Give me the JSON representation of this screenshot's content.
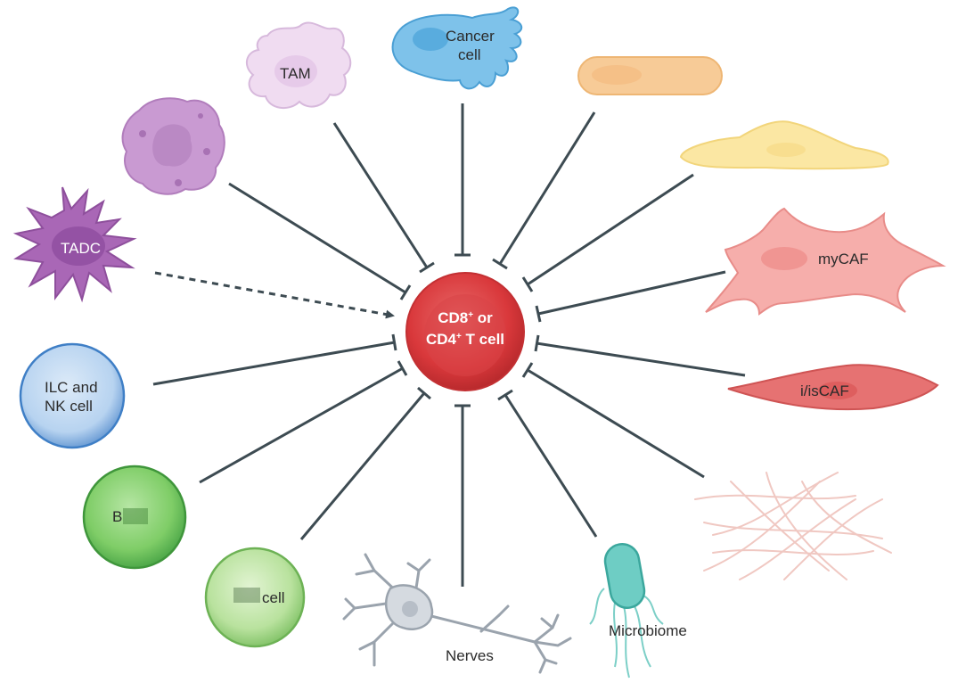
{
  "center": {
    "line1": "CD8",
    "line1_sup": "+",
    "line1_suffix": " or",
    "line2": "CD4",
    "line2_sup": "+",
    "line2_suffix": " T cell"
  },
  "labels": {
    "cancer_line1": "Cancer",
    "cancer_line2": "cell",
    "tam": "TAM",
    "tadc": "TADC",
    "ilc_line1": "ILC and",
    "ilc_line2": "NK cell",
    "b_cell": "B",
    "t_cell": "cell",
    "nerves": "Nerves",
    "microbiome": "Microbiome",
    "mycaf": "myCAF",
    "iiscaf": "i/isCAF"
  },
  "colors": {
    "center": "#d9383b",
    "connector": "#3d4b52",
    "cancer": "#6cb8e4",
    "tam": "#ecd6ee",
    "neutrophil": "#c693cf",
    "tadc": "#a768b5",
    "ilc": "#7aaee2",
    "b_cell": "#6cc15a",
    "t_cell": "#a7d98c",
    "nerve": "#c9cfd6",
    "microbe": "#6ecdc4",
    "orange_cell": "#f6c995",
    "yellow_cell": "#fbe9a8",
    "mycaf": "#f6aaa8",
    "iiscaf": "#e56f6f",
    "ecm": "#f2d2ce"
  },
  "connections": [
    {
      "source": "cancer-cell",
      "type": "inhibit"
    },
    {
      "source": "tam",
      "type": "inhibit"
    },
    {
      "source": "neutrophil",
      "type": "inhibit"
    },
    {
      "source": "tadc",
      "type": "activate-dashed"
    },
    {
      "source": "ilc-nk-cell",
      "type": "inhibit"
    },
    {
      "source": "b-cell",
      "type": "inhibit"
    },
    {
      "source": "t-cell",
      "type": "inhibit"
    },
    {
      "source": "nerves",
      "type": "inhibit"
    },
    {
      "source": "microbiome",
      "type": "inhibit"
    },
    {
      "source": "extracellular-matrix",
      "type": "inhibit"
    },
    {
      "source": "iiscaf",
      "type": "inhibit"
    },
    {
      "source": "mycaf",
      "type": "inhibit"
    },
    {
      "source": "yellow-cell",
      "type": "inhibit"
    },
    {
      "source": "orange-cell",
      "type": "inhibit"
    }
  ]
}
